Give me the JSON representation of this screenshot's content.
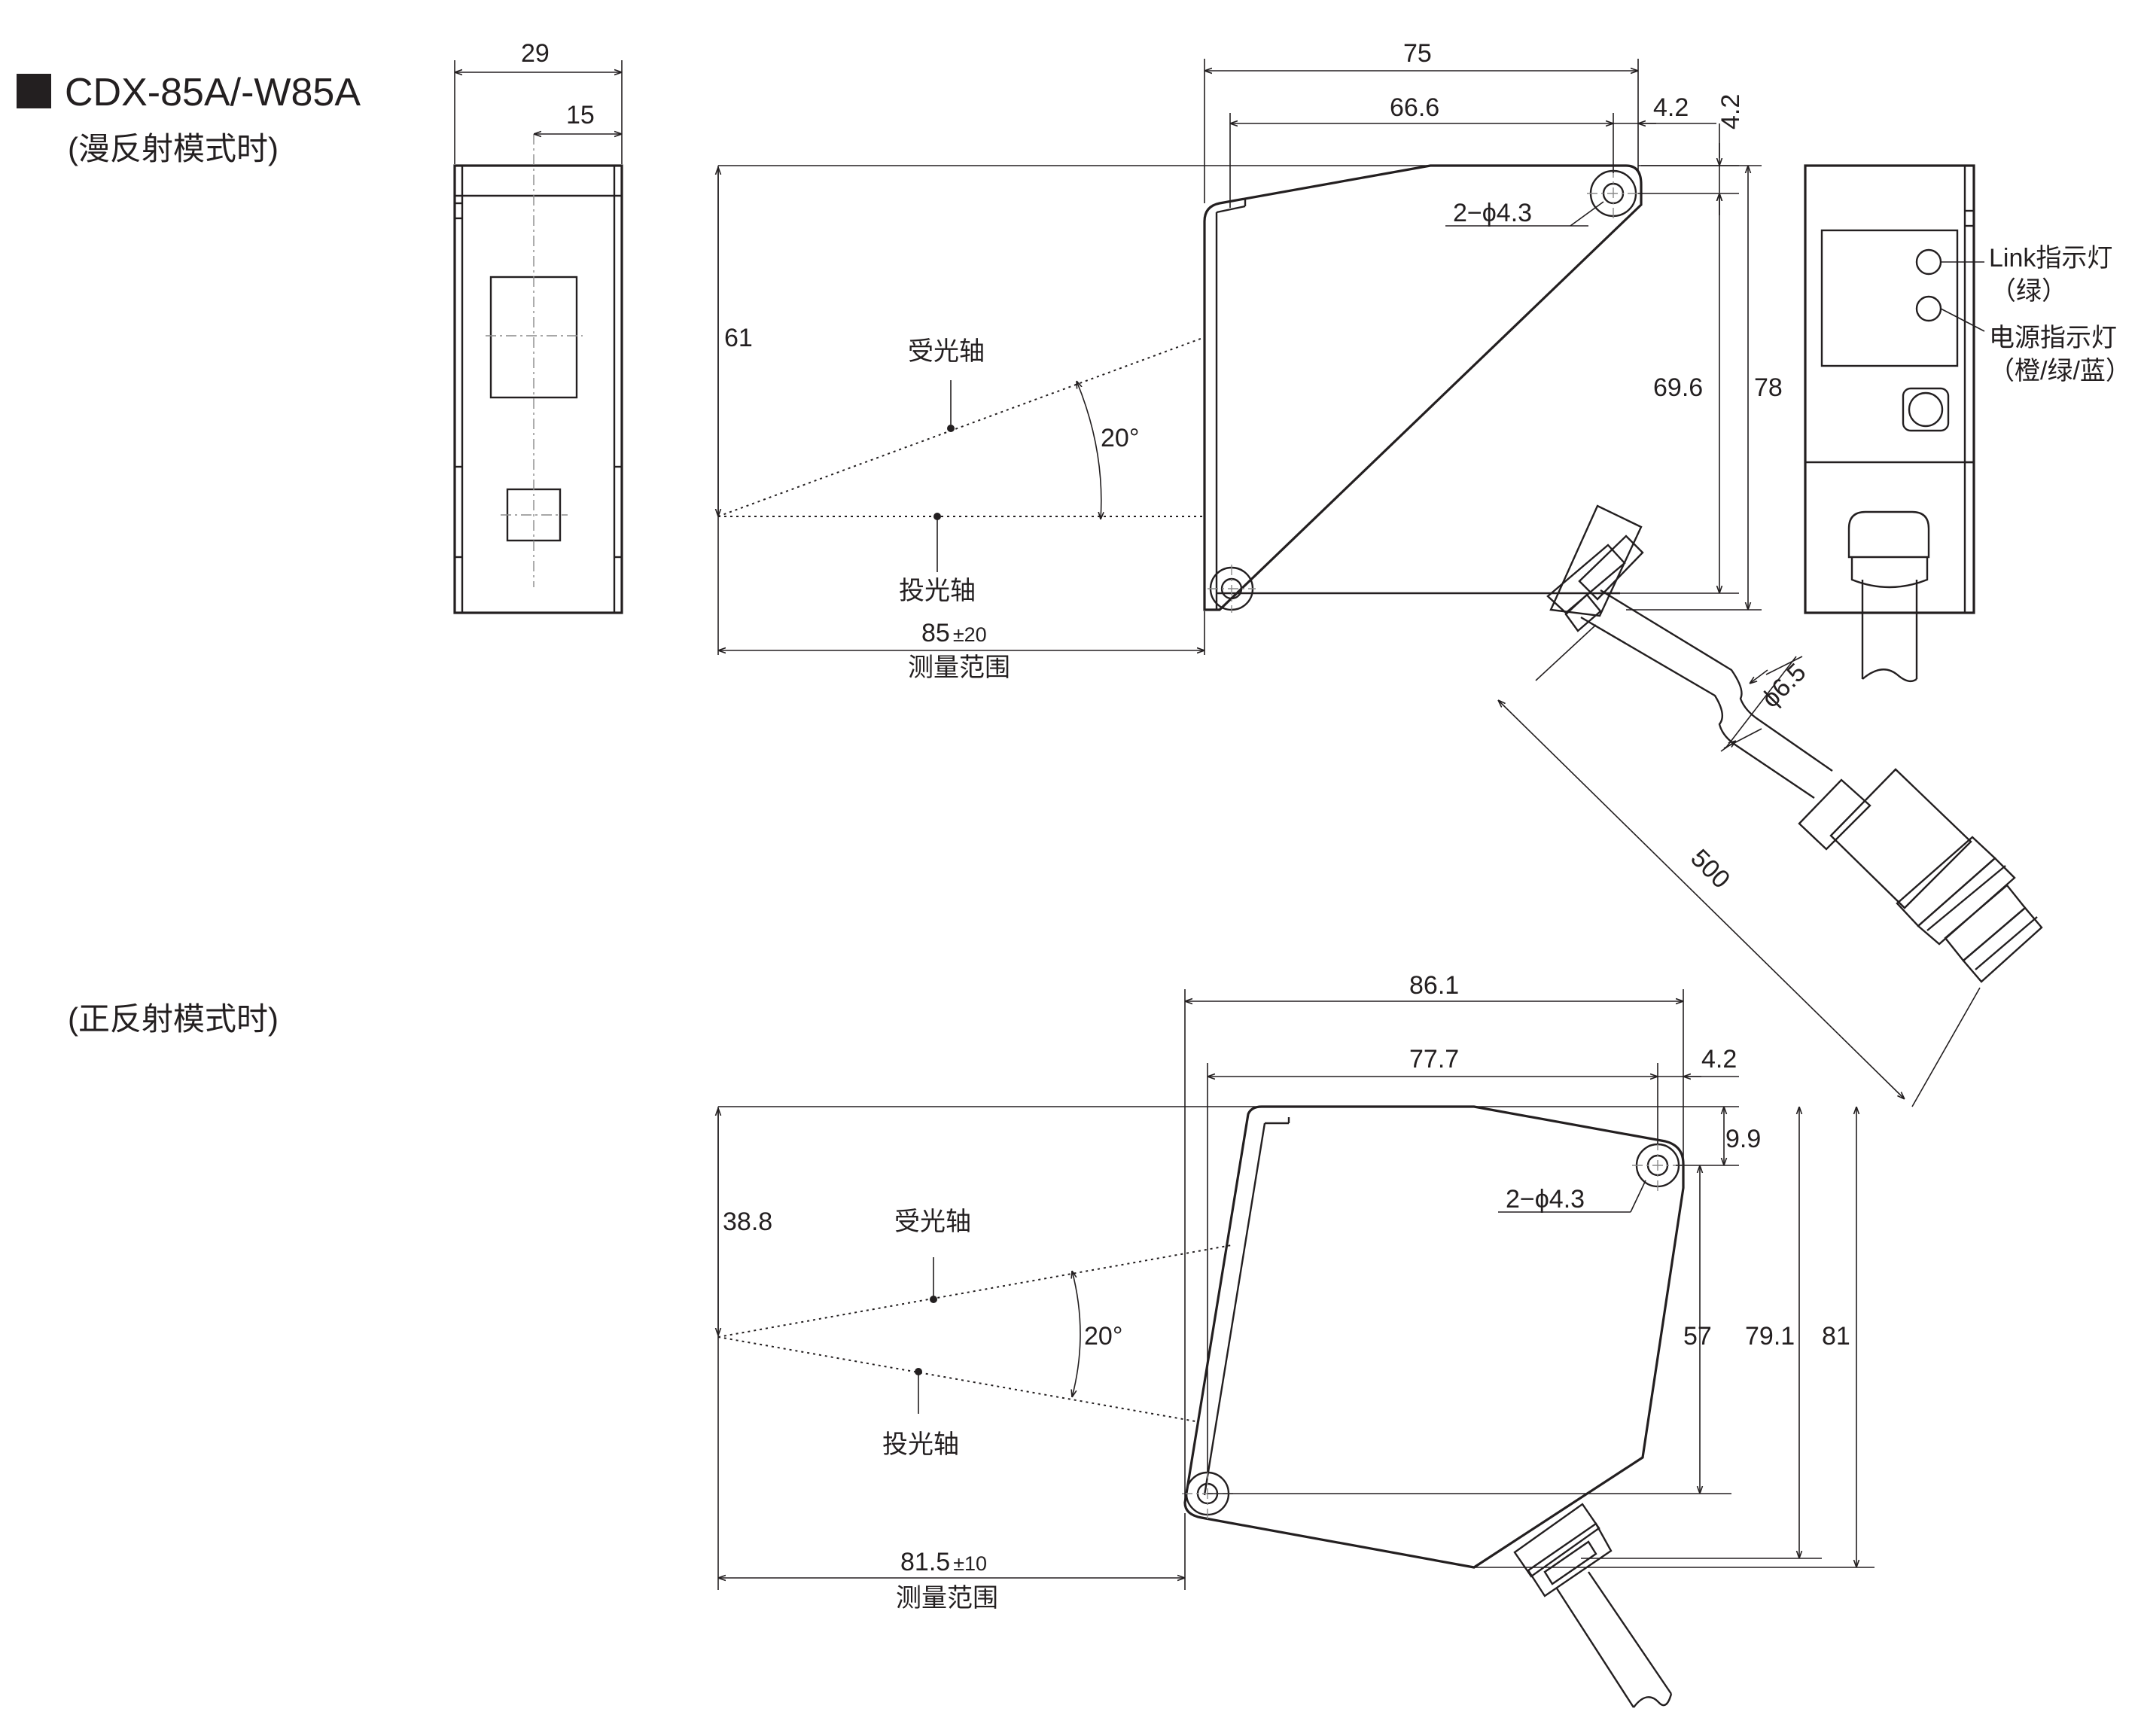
{
  "title": "CDX-85A/-W85A",
  "modes": {
    "diffuse": "(漫反射模式时)",
    "regular": "(正反射模式时)"
  },
  "axes": {
    "receiving": "受光轴",
    "projecting": "投光轴"
  },
  "range_label": "测量范围",
  "indicators": {
    "link": "Link指示灯",
    "link_color": "（绿）",
    "power": "电源指示灯",
    "power_color": "（橙/绿/蓝）"
  },
  "dims_top": {
    "width_29": "29",
    "width_15": "15",
    "body_75": "75",
    "hole_66_6": "66.6",
    "edge_4_2": "4.2",
    "vert_4_2": "4.2",
    "holes": "2−ϕ4.3",
    "height_61": "61",
    "angle": "20°",
    "height_69_6": "69.6",
    "height_78": "78",
    "cable_dia": "ϕ6.5",
    "cable_len": "500",
    "range_value": "85",
    "range_tol": "±20"
  },
  "dims_bottom": {
    "body_86_1": "86.1",
    "hole_77_7": "77.7",
    "edge_4_2": "4.2",
    "vert_9_9": "9.9",
    "holes": "2−ϕ4.3",
    "height_38_8": "38.8",
    "angle": "20°",
    "height_57": "57",
    "height_79_1": "79.1",
    "height_81": "81",
    "range_value": "81.5",
    "range_tol": "±10"
  }
}
